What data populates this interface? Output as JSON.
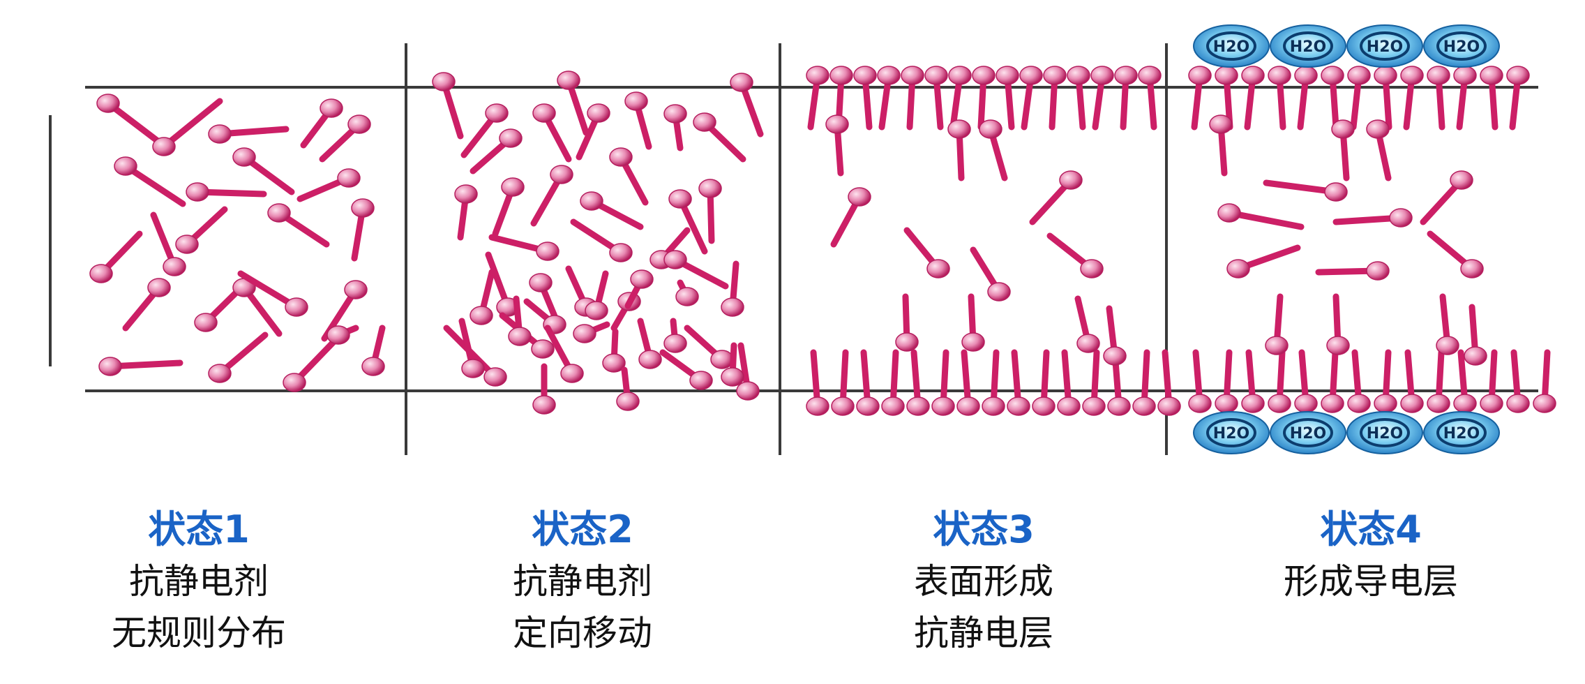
{
  "colors": {
    "molecule": "#cc1f66",
    "head_light": "#fbd6e6",
    "head_dark": "#b51e5e",
    "line": "#3a3a3a",
    "water_dark": "#1f78c1",
    "water_light": "#cfefff",
    "state_label": "#1a63c6",
    "caption_text": "#111111"
  },
  "water_label": "H2O",
  "stages": [
    {
      "state": "状态1",
      "lines": [
        "抗静电剂",
        "无规则分布"
      ]
    },
    {
      "state": "状态2",
      "lines": [
        "抗静电剂",
        "定向移动"
      ]
    },
    {
      "state": "状态3",
      "lines": [
        "表面形成",
        "抗静电层"
      ]
    },
    {
      "state": "状态4",
      "lines": [
        "形成导电层"
      ]
    }
  ]
}
